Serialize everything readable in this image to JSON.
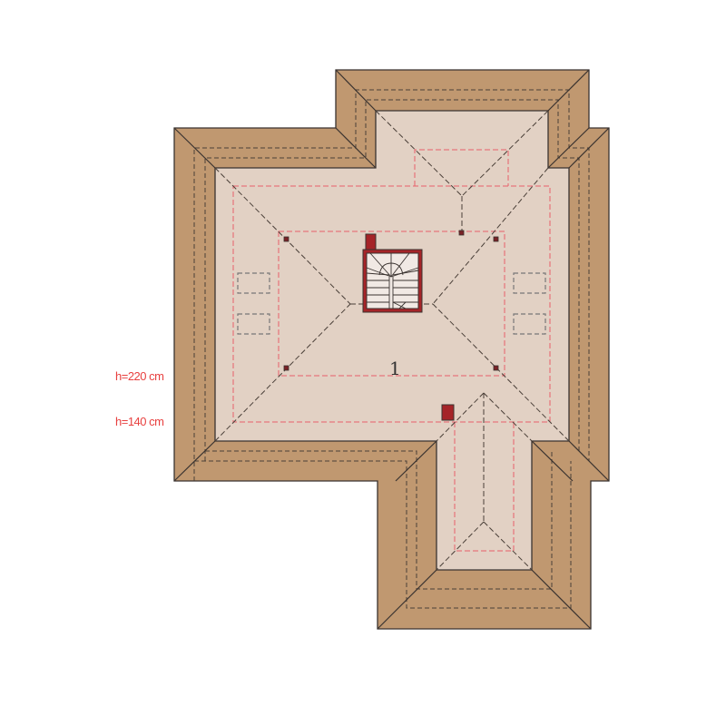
{
  "plan": {
    "room_number": "1",
    "height_labels": [
      "h=220 cm",
      "h=140 cm"
    ],
    "colors": {
      "roof": "#c09870",
      "floor": "#e2d1c4",
      "outline": "#3a3330",
      "red_dash": "#e8606a",
      "chimney": "#a52428"
    }
  }
}
